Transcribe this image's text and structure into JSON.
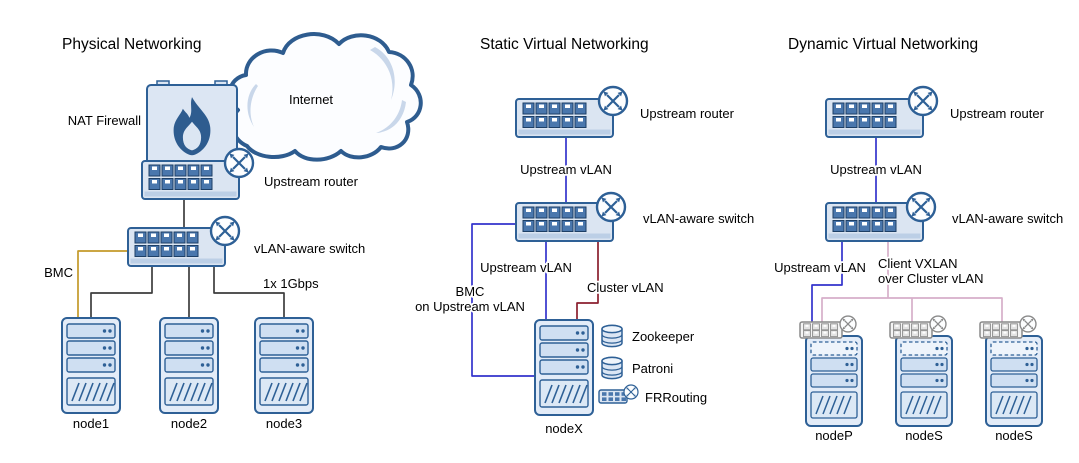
{
  "physical": {
    "title": "Physical Networking",
    "internet_label": "Internet",
    "nat_firewall_label": "NAT Firewall",
    "upstream_router_label": "Upstream router",
    "vlan_switch_label": "vLAN-aware switch",
    "bmc_label": "BMC",
    "link_label": "1x 1Gbps",
    "node_labels": [
      "node1",
      "node2",
      "node3"
    ]
  },
  "static_virtual": {
    "title": "Static Virtual Networking",
    "upstream_router_label": "Upstream router",
    "upstream_vlan_label": "Upstream vLAN",
    "vlan_switch_label": "vLAN-aware switch",
    "upstream_vlan_node_label": "Upstream vLAN",
    "cluster_vlan_label": "Cluster vLAN",
    "bmc_label_line1": "BMC",
    "bmc_label_line2": "on Upstream vLAN",
    "node_label": "nodeX",
    "service_labels": [
      "Zookeeper",
      "Patroni",
      "FRRouting"
    ]
  },
  "dynamic_virtual": {
    "title": "Dynamic Virtual Networking",
    "upstream_router_label": "Upstream router",
    "upstream_vlan_label": "Upstream vLAN",
    "vlan_switch_label": "vLAN-aware switch",
    "upstream_vlan_node_label": "Upstream vLAN",
    "client_vxlan_label_line1": "Client VXLAN",
    "client_vxlan_label_line2": "over Cluster vLAN",
    "node_labels": [
      "nodeP",
      "nodeS",
      "nodeS"
    ]
  },
  "colors": {
    "physical_link": "#3d3d3d",
    "upstream_vlan": "#3333cc",
    "cluster_vlan": "#8b1f2e",
    "bmc": "#c49a2a",
    "client_vxlan": "#d6afc9",
    "device_accent": "#2e6096"
  }
}
